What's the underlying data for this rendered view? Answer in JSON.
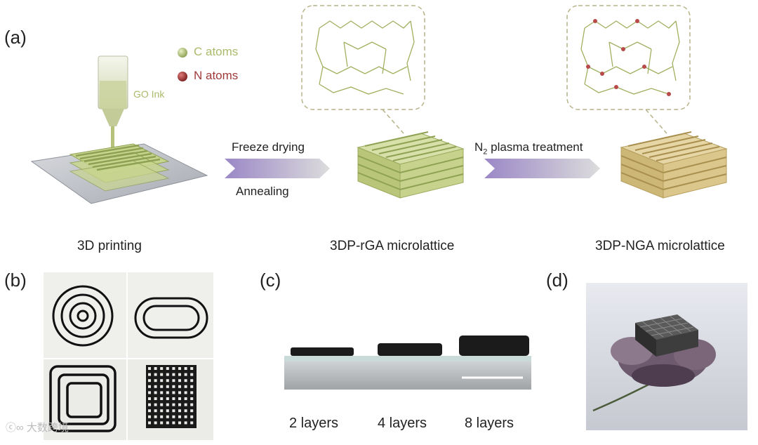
{
  "panels": {
    "a": {
      "label": "(a)"
    },
    "b": {
      "label": "(b)"
    },
    "c": {
      "label": "(c)"
    },
    "d": {
      "label": "(d)"
    }
  },
  "legend": {
    "c_atoms": {
      "label": "C atoms",
      "color": "#b5c77a"
    },
    "n_atoms": {
      "label": "N atoms",
      "color": "#9e2f2f"
    }
  },
  "printer": {
    "ink_label": "GO Ink",
    "ink_color": "#b9c98a"
  },
  "steps": [
    {
      "caption": "3D printing"
    },
    {
      "caption": "3DP-rGA microlattice"
    },
    {
      "caption": "3DP-NGA microlattice"
    }
  ],
  "arrows": [
    {
      "top_label": "Freeze drying",
      "bottom_label": "Annealing"
    },
    {
      "top_label_main": "N",
      "top_label_sub": "2",
      "top_label_rest": " plasma treatment"
    }
  ],
  "colors": {
    "rga_lattice": "#c9d69a",
    "nga_lattice": "#d9c48e",
    "arrow_start": "#9a87c6",
    "arrow_end": "#d8d8d8",
    "callout": "#b7b48a"
  },
  "layers": [
    {
      "label": "2 layers"
    },
    {
      "label": "4 layers"
    },
    {
      "label": "8 layers"
    }
  ],
  "watermark": {
    "label": "大数跨境"
  }
}
